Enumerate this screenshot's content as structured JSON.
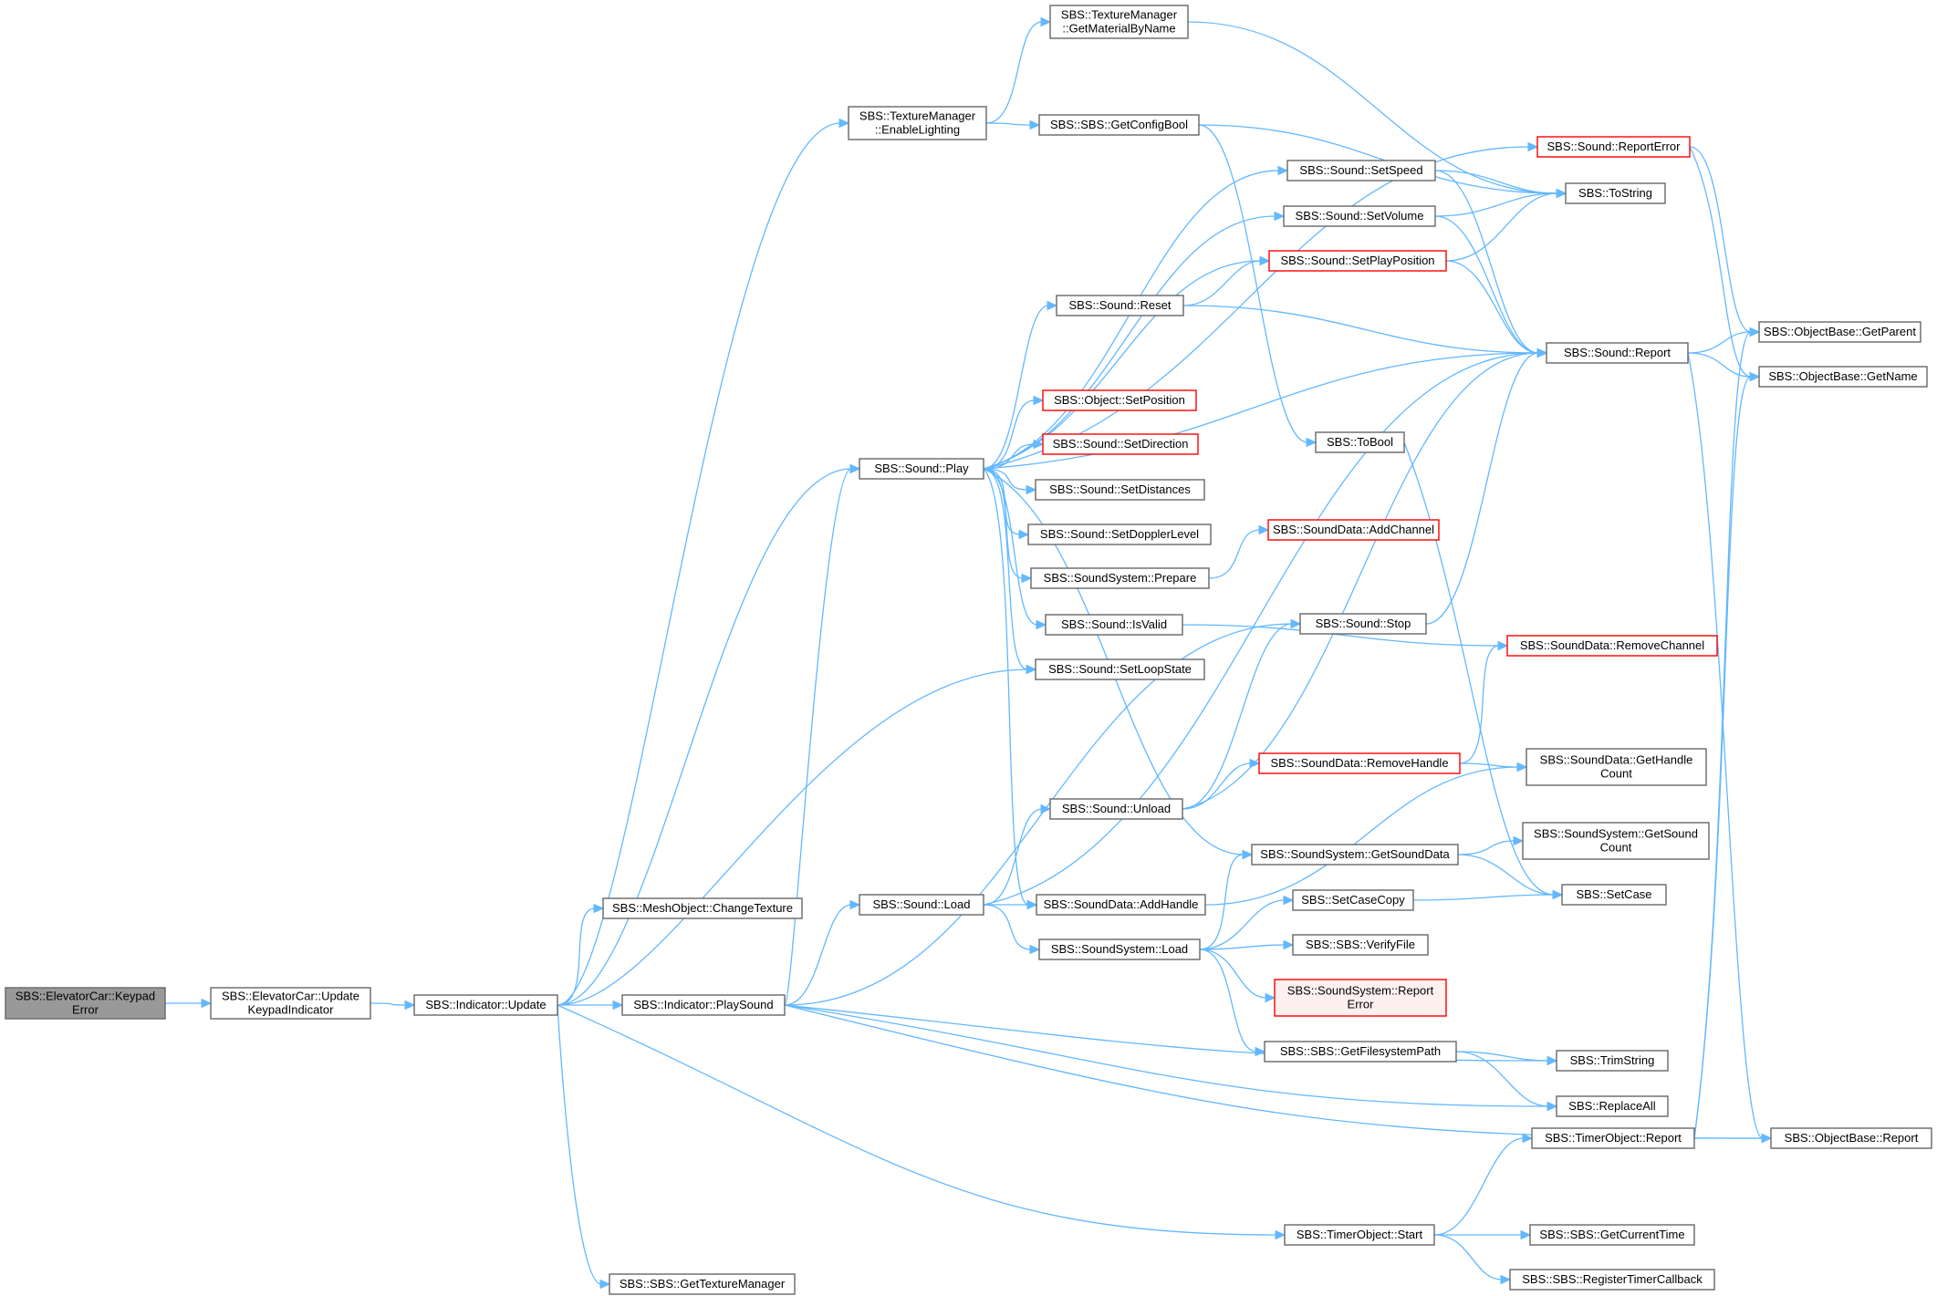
{
  "colors": {
    "edge": "#63b8ff",
    "node_border": "#666666",
    "node_border_incomplete": "#ff0000",
    "root_fill": "#999999",
    "background": "#ffffff"
  },
  "nodes": [
    {
      "id": "n0",
      "lines": [
        "SBS::ElevatorCar::Keypad",
        "Error"
      ],
      "style": "root"
    },
    {
      "id": "n1",
      "lines": [
        "SBS::ElevatorCar::Update",
        "KeypadIndicator"
      ],
      "style": "normal"
    },
    {
      "id": "n2",
      "lines": [
        "SBS::Indicator::Update"
      ],
      "style": "normal"
    },
    {
      "id": "n3",
      "lines": [
        "SBS::MeshObject::ChangeTexture"
      ],
      "style": "normal"
    },
    {
      "id": "n4",
      "lines": [
        "SBS::Indicator::PlaySound"
      ],
      "style": "normal"
    },
    {
      "id": "n5",
      "lines": [
        "SBS::SBS::GetTextureManager"
      ],
      "style": "normal"
    },
    {
      "id": "n6",
      "lines": [
        "SBS::TextureManager",
        "::EnableLighting"
      ],
      "style": "normal"
    },
    {
      "id": "n7",
      "lines": [
        "SBS::TextureManager",
        "::GetMaterialByName"
      ],
      "style": "normal"
    },
    {
      "id": "n8",
      "lines": [
        "SBS::SBS::GetConfigBool"
      ],
      "style": "normal"
    },
    {
      "id": "n9",
      "lines": [
        "SBS::Sound::Play"
      ],
      "style": "normal"
    },
    {
      "id": "n10",
      "lines": [
        "SBS::Sound::Load"
      ],
      "style": "normal"
    },
    {
      "id": "n11",
      "lines": [
        "SBS::Sound::SetSpeed"
      ],
      "style": "normal"
    },
    {
      "id": "n12",
      "lines": [
        "SBS::Sound::SetVolume"
      ],
      "style": "normal"
    },
    {
      "id": "n13",
      "lines": [
        "SBS::Sound::SetPlayPosition"
      ],
      "style": "red"
    },
    {
      "id": "n14",
      "lines": [
        "SBS::Sound::Reset"
      ],
      "style": "normal"
    },
    {
      "id": "n15",
      "lines": [
        "SBS::Object::SetPosition"
      ],
      "style": "red"
    },
    {
      "id": "n16",
      "lines": [
        "SBS::Sound::SetDirection"
      ],
      "style": "red"
    },
    {
      "id": "n17",
      "lines": [
        "SBS::Sound::SetDistances"
      ],
      "style": "normal"
    },
    {
      "id": "n18",
      "lines": [
        "SBS::Sound::SetDopplerLevel"
      ],
      "style": "normal"
    },
    {
      "id": "n19",
      "lines": [
        "SBS::SoundSystem::Prepare"
      ],
      "style": "normal"
    },
    {
      "id": "n20",
      "lines": [
        "SBS::Sound::IsValid"
      ],
      "style": "normal"
    },
    {
      "id": "n21",
      "lines": [
        "SBS::Sound::SetLoopState"
      ],
      "style": "normal"
    },
    {
      "id": "n22",
      "lines": [
        "SBS::Sound::Unload"
      ],
      "style": "normal"
    },
    {
      "id": "n23",
      "lines": [
        "SBS::SoundData::AddHandle"
      ],
      "style": "normal"
    },
    {
      "id": "n24",
      "lines": [
        "SBS::SoundSystem::Load"
      ],
      "style": "normal"
    },
    {
      "id": "n25",
      "lines": [
        "SBS::Sound::ReportError"
      ],
      "style": "red"
    },
    {
      "id": "n26",
      "lines": [
        "SBS::ToString"
      ],
      "style": "normal"
    },
    {
      "id": "n27",
      "lines": [
        "SBS::Sound::Report"
      ],
      "style": "normal"
    },
    {
      "id": "n28",
      "lines": [
        "SBS::ToBool"
      ],
      "style": "normal"
    },
    {
      "id": "n29",
      "lines": [
        "SBS::SoundData::AddChannel"
      ],
      "style": "red"
    },
    {
      "id": "n30",
      "lines": [
        "SBS::Sound::Stop"
      ],
      "style": "normal"
    },
    {
      "id": "n31",
      "lines": [
        "SBS::SoundData::RemoveChannel"
      ],
      "style": "red"
    },
    {
      "id": "n32",
      "lines": [
        "SBS::SoundData::RemoveHandle"
      ],
      "style": "red"
    },
    {
      "id": "n33",
      "lines": [
        "SBS::SoundData::GetHandle",
        "Count"
      ],
      "style": "normal"
    },
    {
      "id": "n34",
      "lines": [
        "SBS::SoundSystem::GetSoundData"
      ],
      "style": "normal"
    },
    {
      "id": "n35",
      "lines": [
        "SBS::SoundSystem::GetSound",
        "Count"
      ],
      "style": "normal"
    },
    {
      "id": "n36",
      "lines": [
        "SBS::SetCaseCopy"
      ],
      "style": "normal"
    },
    {
      "id": "n37",
      "lines": [
        "SBS::SetCase"
      ],
      "style": "normal"
    },
    {
      "id": "n38",
      "lines": [
        "SBS::SBS::VerifyFile"
      ],
      "style": "normal"
    },
    {
      "id": "n39",
      "lines": [
        "SBS::SoundSystem::Report",
        "Error"
      ],
      "style": "red-fill"
    },
    {
      "id": "n40",
      "lines": [
        "SBS::SBS::GetFilesystemPath"
      ],
      "style": "normal"
    },
    {
      "id": "n41",
      "lines": [
        "SBS::TrimString"
      ],
      "style": "normal"
    },
    {
      "id": "n42",
      "lines": [
        "SBS::ReplaceAll"
      ],
      "style": "normal"
    },
    {
      "id": "n43",
      "lines": [
        "SBS::TimerObject::Report"
      ],
      "style": "normal"
    },
    {
      "id": "n44",
      "lines": [
        "SBS::TimerObject::Start"
      ],
      "style": "normal"
    },
    {
      "id": "n45",
      "lines": [
        "SBS::SBS::GetCurrentTime"
      ],
      "style": "normal"
    },
    {
      "id": "n46",
      "lines": [
        "SBS::SBS::RegisterTimerCallback"
      ],
      "style": "normal"
    },
    {
      "id": "n47",
      "lines": [
        "SBS::ObjectBase::GetParent"
      ],
      "style": "normal"
    },
    {
      "id": "n48",
      "lines": [
        "SBS::ObjectBase::GetName"
      ],
      "style": "normal"
    },
    {
      "id": "n49",
      "lines": [
        "SBS::ObjectBase::Report"
      ],
      "style": "normal"
    }
  ],
  "edges": [
    [
      "n0",
      "n1"
    ],
    [
      "n1",
      "n2"
    ],
    [
      "n2",
      "n3"
    ],
    [
      "n2",
      "n4"
    ],
    [
      "n2",
      "n5"
    ],
    [
      "n2",
      "n6"
    ],
    [
      "n2",
      "n9"
    ],
    [
      "n2",
      "n21"
    ],
    [
      "n2",
      "n44"
    ],
    [
      "n4",
      "n9"
    ],
    [
      "n4",
      "n10"
    ],
    [
      "n4",
      "n30"
    ],
    [
      "n4",
      "n41"
    ],
    [
      "n4",
      "n42"
    ],
    [
      "n4",
      "n49"
    ],
    [
      "n6",
      "n7"
    ],
    [
      "n6",
      "n8"
    ],
    [
      "n7",
      "n26"
    ],
    [
      "n8",
      "n26"
    ],
    [
      "n8",
      "n28"
    ],
    [
      "n9",
      "n11"
    ],
    [
      "n9",
      "n12"
    ],
    [
      "n9",
      "n13"
    ],
    [
      "n9",
      "n14"
    ],
    [
      "n9",
      "n15"
    ],
    [
      "n9",
      "n16"
    ],
    [
      "n9",
      "n17"
    ],
    [
      "n9",
      "n18"
    ],
    [
      "n9",
      "n19"
    ],
    [
      "n9",
      "n20"
    ],
    [
      "n9",
      "n21"
    ],
    [
      "n9",
      "n23"
    ],
    [
      "n9",
      "n34"
    ],
    [
      "n9",
      "n25"
    ],
    [
      "n9",
      "n27"
    ],
    [
      "n10",
      "n22"
    ],
    [
      "n10",
      "n23"
    ],
    [
      "n10",
      "n24"
    ],
    [
      "n10",
      "n27"
    ],
    [
      "n11",
      "n26"
    ],
    [
      "n11",
      "n27"
    ],
    [
      "n12",
      "n26"
    ],
    [
      "n12",
      "n27"
    ],
    [
      "n13",
      "n26"
    ],
    [
      "n13",
      "n27"
    ],
    [
      "n14",
      "n13"
    ],
    [
      "n14",
      "n27"
    ],
    [
      "n19",
      "n29"
    ],
    [
      "n20",
      "n31"
    ],
    [
      "n22",
      "n30"
    ],
    [
      "n22",
      "n32"
    ],
    [
      "n22",
      "n27"
    ],
    [
      "n23",
      "n33"
    ],
    [
      "n24",
      "n34"
    ],
    [
      "n24",
      "n36"
    ],
    [
      "n24",
      "n38"
    ],
    [
      "n24",
      "n39"
    ],
    [
      "n24",
      "n40"
    ],
    [
      "n25",
      "n47"
    ],
    [
      "n25",
      "n48"
    ],
    [
      "n27",
      "n47"
    ],
    [
      "n27",
      "n48"
    ],
    [
      "n27",
      "n49"
    ],
    [
      "n28",
      "n37"
    ],
    [
      "n30",
      "n27"
    ],
    [
      "n32",
      "n31"
    ],
    [
      "n32",
      "n33"
    ],
    [
      "n34",
      "n35"
    ],
    [
      "n34",
      "n37"
    ],
    [
      "n36",
      "n37"
    ],
    [
      "n40",
      "n41"
    ],
    [
      "n40",
      "n42"
    ],
    [
      "n43",
      "n47"
    ],
    [
      "n43",
      "n48"
    ],
    [
      "n43",
      "n49"
    ],
    [
      "n44",
      "n43"
    ],
    [
      "n44",
      "n45"
    ],
    [
      "n44",
      "n46"
    ]
  ]
}
